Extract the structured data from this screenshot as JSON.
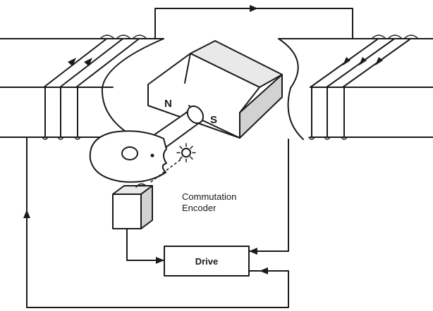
{
  "diagram": {
    "rotor_labels": {
      "north": "N",
      "south": "S"
    },
    "encoder_label": {
      "line1": "Commutation",
      "line2": "Encoder"
    },
    "drive_label": "Drive"
  }
}
